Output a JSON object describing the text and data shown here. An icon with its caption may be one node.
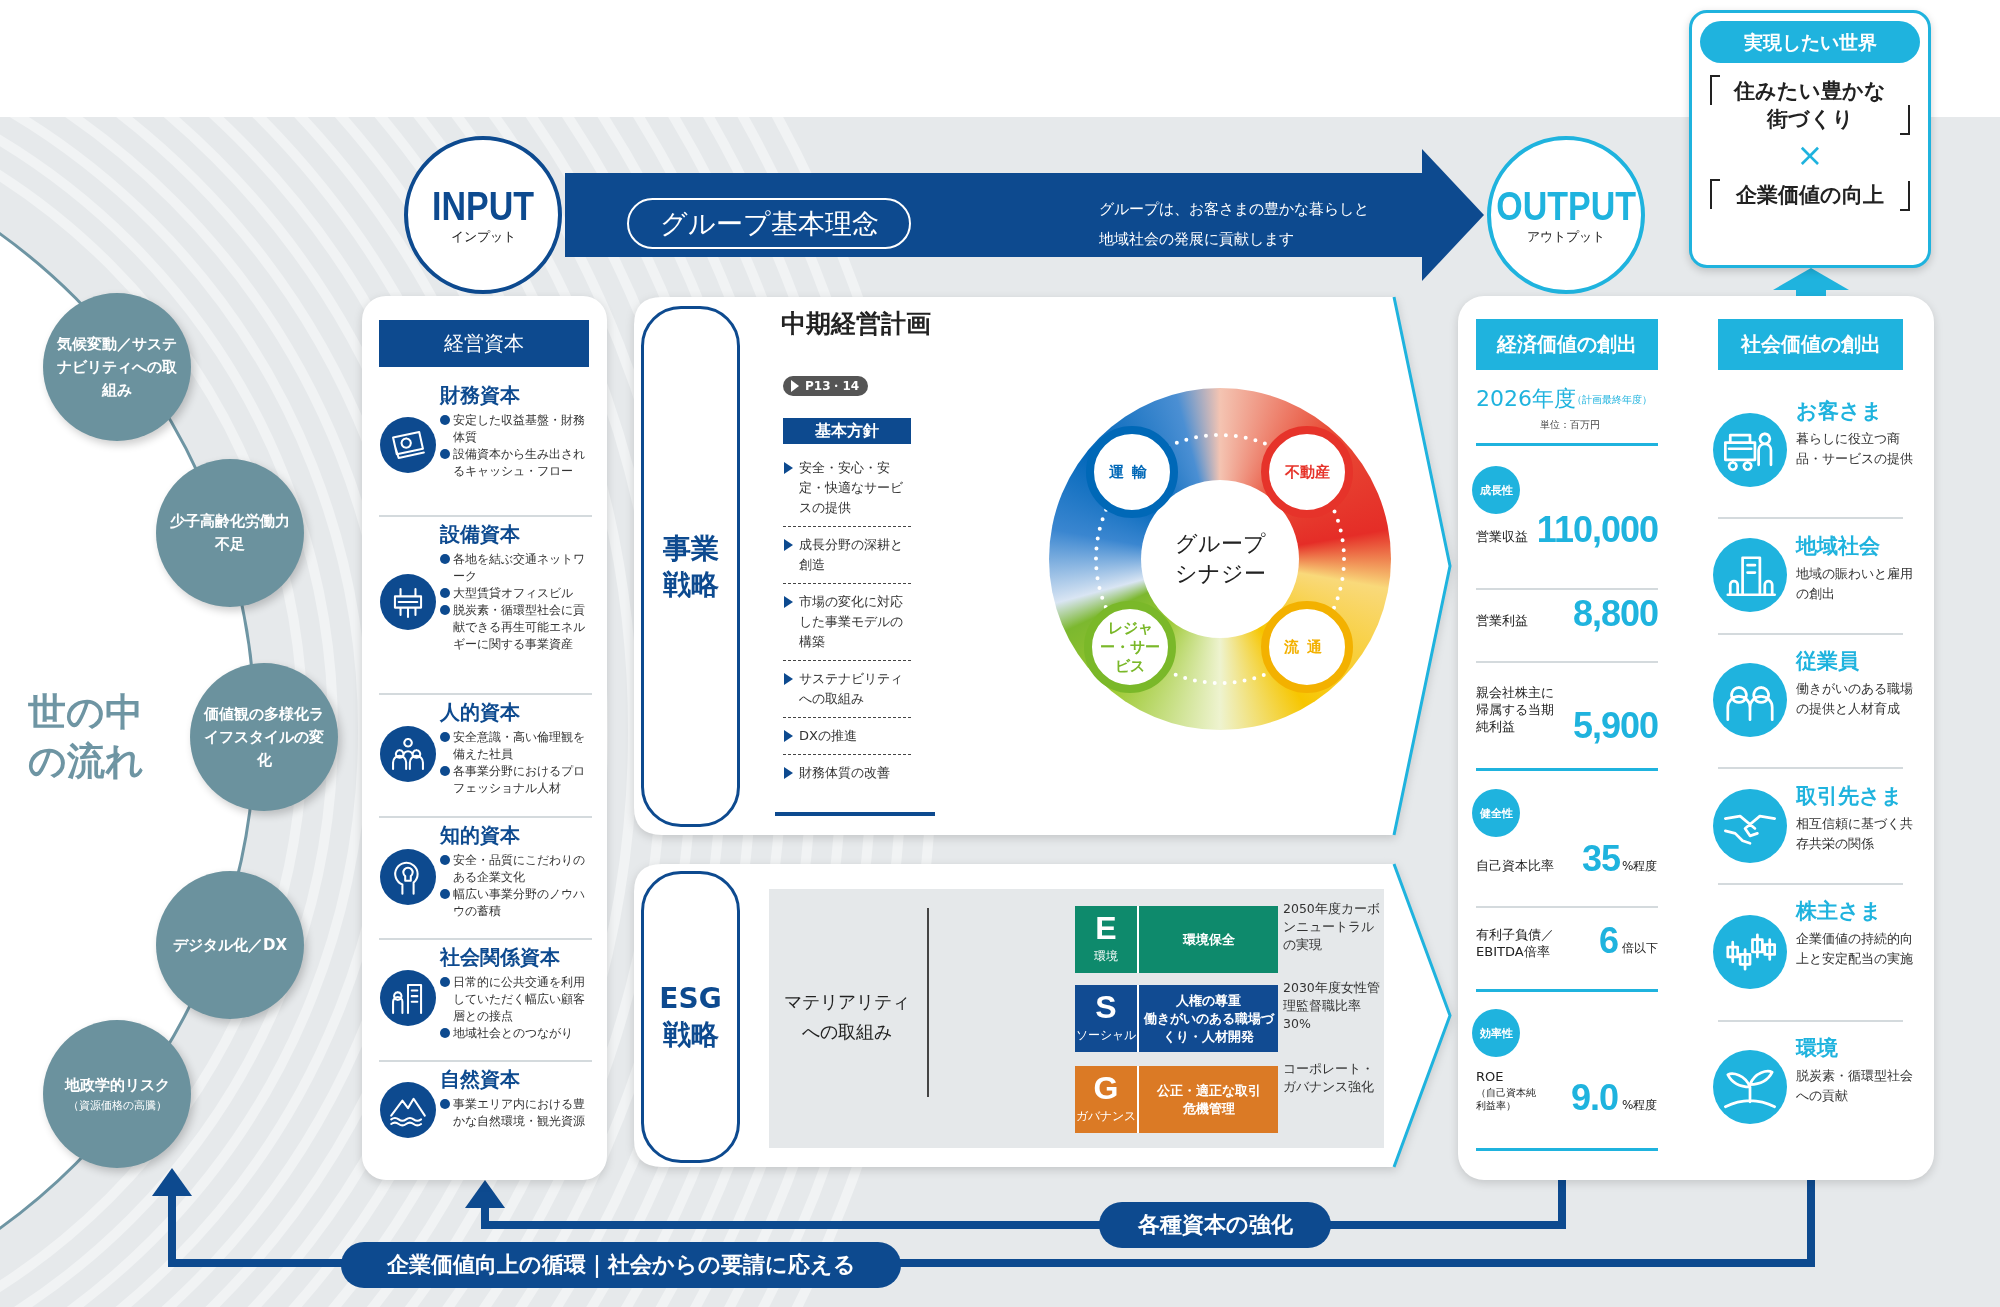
{
  "diagram": {
    "nodes": [
      {
        "text": [
          "INPUT",
          "インプット"
        ]
      },
      {
        "text": [
          "OUTPUT",
          "アウトプット"
        ]
      },
      {
        "text": [
          "実現したい世界",
          "住みたい豊かな街づくり",
          "×",
          "企業価値の向上"
        ]
      },
      {
        "text": [
          "気候変動／サステナビリティへの取組み"
        ]
      },
      {
        "text": [
          "少子高齢化労働力不足"
        ]
      },
      {
        "text": [
          "価値観の多様化ライフスタイルの変化"
        ]
      },
      {
        "text": [
          "デジタル化／DX"
        ]
      },
      {
        "text": [
          "地政学的リスク",
          "（資源価格の高騰）"
        ]
      },
      {
        "text": [
          "経営資本"
        ]
      },
      {
        "text": [
          "財務資本",
          "安定した収益基盤・財務体質",
          "設備資本から生み出されるキャッシュ・フロー"
        ],
        "in": 8
      },
      {
        "text": [
          "設備資本",
          "各地を結ぶ交通ネットワーク",
          "大型賃貸オフィスビル",
          "脱炭素・循環型社会に貢献できる再生可能エネルギーに関する事業資産"
        ],
        "in": 8
      },
      {
        "text": [
          "人的資本",
          "安全意識・高い倫理観を備えた社員",
          "各事業分野におけるプロフェッショナル人材"
        ],
        "in": 8
      },
      {
        "text": [
          "知的資本",
          "安全・品質にこだわりのある企業文化",
          "幅広い事業分野のノウハウの蓄積"
        ],
        "in": 8
      },
      {
        "text": [
          "社会関係資本",
          "日常的に公共交通を利用していただく幅広い顧客層との接点",
          "地域社会とのつながり"
        ],
        "in": 8
      },
      {
        "text": [
          "自然資本",
          "事業エリア内における豊かな自然環境・観光資源"
        ],
        "in": 8
      },
      {
        "text": [],
        "shape": "box"
      },
      {
        "text": [
          "事業戦略"
        ],
        "in": 15
      },
      {
        "text": [
          "中期経営計画",
          "P13・14",
          "基本方針",
          "安全・安心・安定・快適なサービスの提供",
          "成長分野の深耕と創造",
          "市場の変化に対応した事業モデルの構築",
          "サステナビリティへの取組み",
          "DXの推進",
          "財務体質の改善"
        ],
        "in": 15
      },
      {
        "text": [
          "グループシナジー"
        ],
        "in": 15
      },
      {
        "text": [
          "運輸"
        ],
        "in": 15
      },
      {
        "text": [
          "不動産"
        ],
        "in": 15
      },
      {
        "text": [
          "流通"
        ],
        "in": 15
      },
      {
        "text": [
          "レジャー・サービス"
        ],
        "in": 15
      },
      {
        "text": [],
        "shape": "box"
      },
      {
        "text": [
          "ESG戦略"
        ],
        "in": 23
      },
      {
        "text": [
          "マテリアリティへの取組み"
        ],
        "in": 23
      },
      {
        "text": [
          "E",
          "環境",
          "環境保全"
        ],
        "beside": [
          "2050年度カーボンニュートラルの実現"
        ],
        "in": 25
      },
      {
        "text": [
          "S",
          "ソーシャル",
          "人権の尊重",
          "働きがいのある職場づくり・人材開発"
        ],
        "beside": [
          "2030年度女性管理監督職比率30%"
        ],
        "in": 25
      },
      {
        "text": [
          "G",
          "ガバナンス",
          "公正・適正な取引",
          "危機管理"
        ],
        "beside": [
          "コーポレート・ガバナンス強化"
        ],
        "in": 25
      },
      {
        "text": [],
        "shape": "box"
      },
      {
        "text": [
          "経済価値の創出"
        ],
        "in": 29
      },
      {
        "text": [
          "成長性"
        ],
        "in": 29
      },
      {
        "text": [
          "健全性"
        ],
        "in": 29
      },
      {
        "text": [
          "効率性"
        ],
        "in": 29
      },
      {
        "text": [
          "社会価値の創出"
        ],
        "in": 29
      },
      {
        "text": [
          "お客さま",
          "暮らしに役立つ商品・サービスの提供"
        ],
        "in": 29
      },
      {
        "text": [
          "地域社会",
          "地域の賑わいと雇用の創出"
        ],
        "in": 29
      },
      {
        "text": [
          "従業員",
          "働きがいのある職場の提供と人材育成"
        ],
        "in": 29
      },
      {
        "text": [
          "取引先さま",
          "相互信頼に基づく共存共栄の関係"
        ],
        "in": 29
      },
      {
        "text": [
          "株主さま",
          "企業価値の持続的向上と安定配当の実施"
        ],
        "in": 29
      },
      {
        "text": [
          "環境",
          "脱炭素・循環型社会への貢献"
        ],
        "in": 29
      }
    ],
    "edges": [
      {
        "from": 0,
        "to": 1,
        "arrow": "to",
        "style": "thick",
        "label": "グループ基本理念"
      },
      {
        "from": 29,
        "to": 2,
        "arrow": "to",
        "style": "thick",
        "color": "#1fb3de"
      },
      {
        "from": 29,
        "to": 8,
        "arrow": "to",
        "label": "各種資本の強化"
      },
      {
        "from": 29,
        "to": 7,
        "arrow": "to",
        "label": "企業価値向上の循環｜社会からの要請に応える"
      }
    ],
    "labels": [
      "世の中の流れ",
      "グループは、お客さまの豊かな暮らしと地域社会の発展に貢献します",
      "2026年度",
      "（計画最終年度）",
      "単位：百万円",
      "営業収益",
      "110,000",
      "営業利益",
      "8,800",
      "親会社株主に帰属する当期純利益",
      "5,900",
      "自己資本比率",
      "35",
      "%程度",
      "有利子負債／EBITDA倍率",
      "6",
      "倍以下",
      "ROE",
      "（自己資本純利益率）",
      "9.0",
      "%程度"
    ]
  }
}
